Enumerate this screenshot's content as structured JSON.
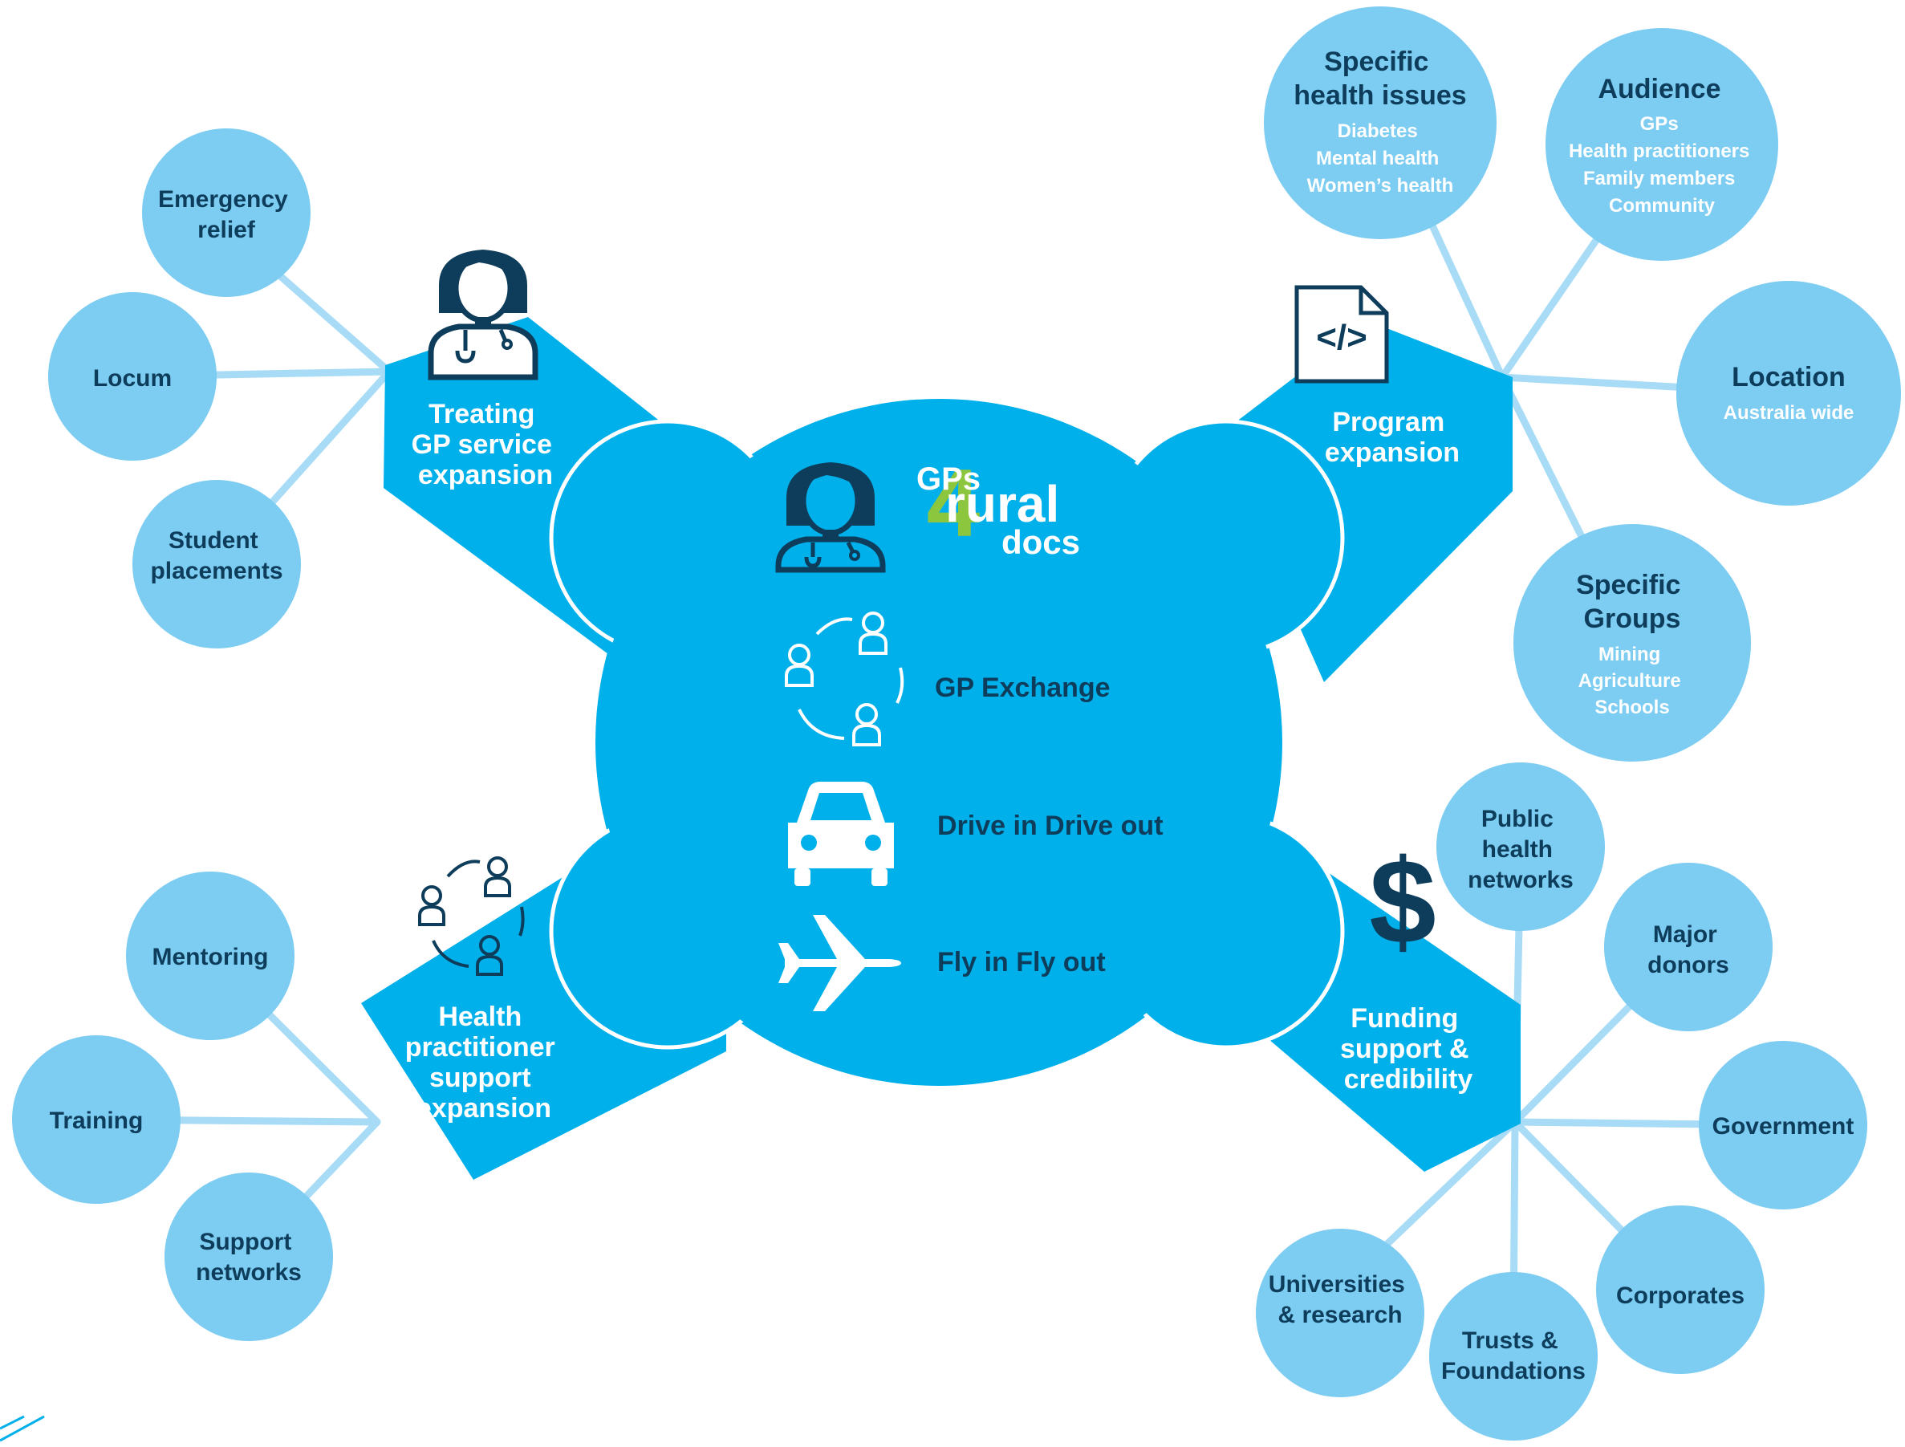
{
  "colors": {
    "primary_blue": "#00B0EA",
    "satellite_blue": "#7DCCF2",
    "connector_blue": "#A8DCF6",
    "dark_navy": "#0E3D5B",
    "logo_green": "#8CC63F",
    "white": "#FFFFFF"
  },
  "logo": {
    "gps": "GPs",
    "four": "4",
    "rural": "rural",
    "docs": "docs"
  },
  "center_items": [
    {
      "label": "GP Exchange",
      "icon": "doctor-exchange-cycle-icon"
    },
    {
      "label": "Drive in Drive out",
      "icon": "car-icon"
    },
    {
      "label": "Fly in Fly out",
      "icon": "airplane-icon"
    }
  ],
  "arms": {
    "treating": {
      "label_lines": [
        "Treating",
        "GP service",
        "expansion"
      ],
      "icon": "female-doctor-icon"
    },
    "program": {
      "label_lines": [
        "Program",
        "expansion"
      ],
      "icon": "code-document-icon"
    },
    "health": {
      "label_lines": [
        "Health",
        "practitioner",
        "support",
        "expansion"
      ],
      "icon": "doctor-exchange-cycle-icon"
    },
    "funding": {
      "label_lines": [
        "Funding",
        "support &",
        "credibility"
      ],
      "icon": "dollar-icon"
    }
  },
  "nodes": {
    "emergency_relief": {
      "lines": [
        "Emergency",
        "relief"
      ]
    },
    "locum": {
      "lines": [
        "Locum"
      ]
    },
    "student_placements": {
      "lines": [
        "Student",
        "placements"
      ]
    },
    "mentoring": {
      "lines": [
        "Mentoring"
      ]
    },
    "training": {
      "lines": [
        "Training"
      ]
    },
    "support_networks": {
      "lines": [
        "Support",
        "networks"
      ]
    },
    "specific_health_issues": {
      "title_lines": [
        "Specific",
        "health issues"
      ],
      "sub_lines": [
        "Diabetes",
        "Mental health",
        "Women’s health"
      ]
    },
    "audience": {
      "title_lines": [
        "Audience"
      ],
      "sub_lines": [
        "GPs",
        "Health practitioners",
        "Family members",
        "Community"
      ]
    },
    "location": {
      "title_lines": [
        "Location"
      ],
      "sub_lines": [
        "Australia wide"
      ]
    },
    "specific_groups": {
      "title_lines": [
        "Specific",
        "Groups"
      ],
      "sub_lines": [
        "Mining",
        "Agriculture",
        "Schools"
      ]
    },
    "public_health_networks": {
      "lines": [
        "Public",
        "health",
        "networks"
      ]
    },
    "major_donors": {
      "lines": [
        "Major",
        "donors"
      ]
    },
    "government": {
      "lines": [
        "Government"
      ]
    },
    "corporates": {
      "lines": [
        "Corporates"
      ]
    },
    "trusts_foundations": {
      "lines": [
        "Trusts &",
        "Foundations"
      ]
    },
    "universities_research": {
      "lines": [
        "Universities",
        "& research"
      ]
    }
  }
}
